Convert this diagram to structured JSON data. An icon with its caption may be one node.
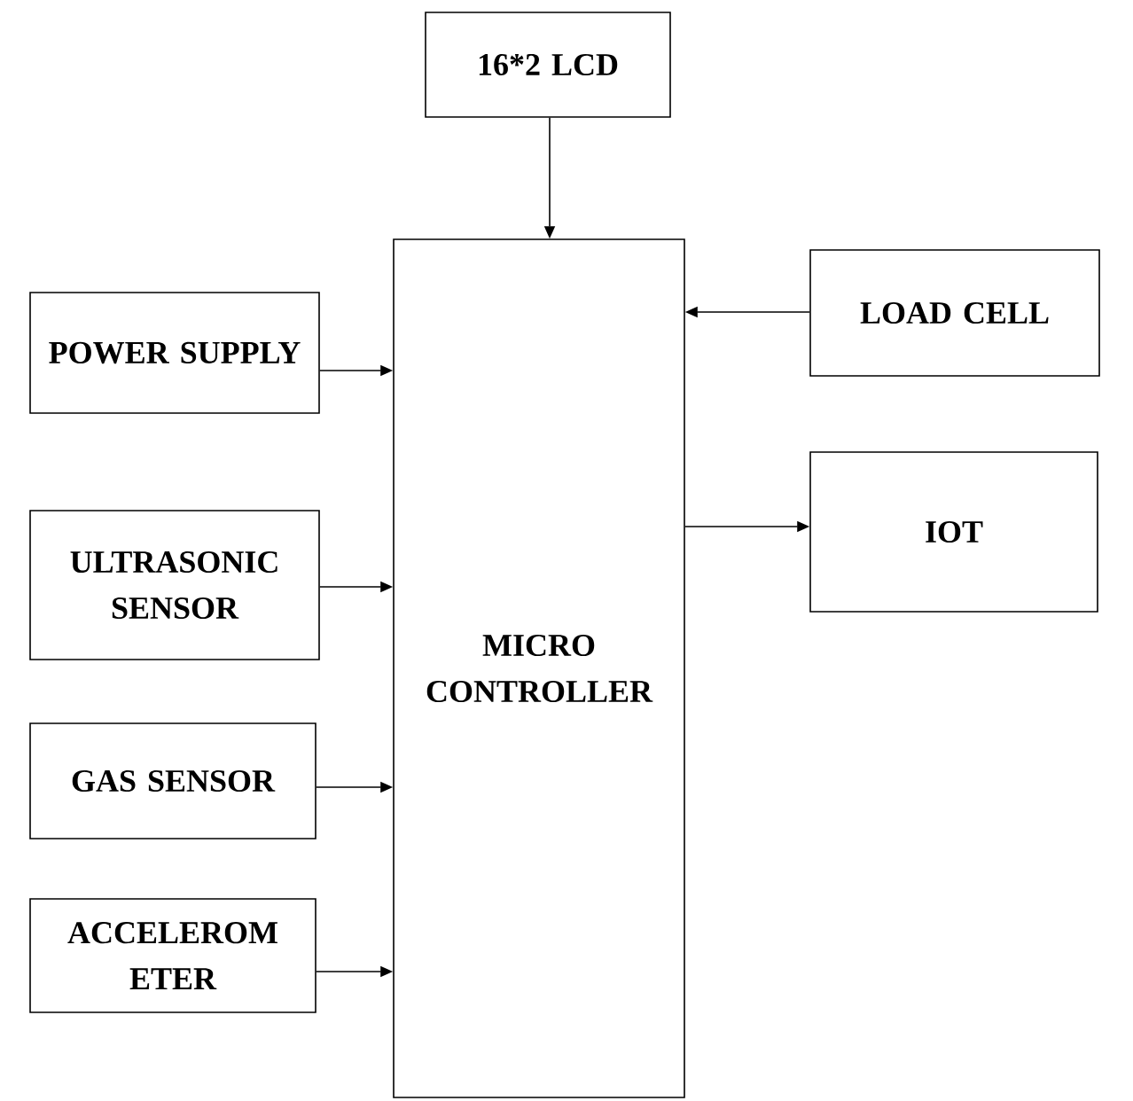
{
  "diagram": {
    "nodes": [
      {
        "text": [
          "16*2 LCD"
        ]
      },
      {
        "text": [
          "POWER SUPPLY"
        ]
      },
      {
        "text": [
          "ULTRASONIC SENSOR"
        ]
      },
      {
        "text": [
          "GAS SENSOR"
        ]
      },
      {
        "text": [
          "ACCELEROM ETER"
        ]
      },
      {
        "text": [
          "MICRO CONTROLLER"
        ]
      },
      {
        "text": [
          "LOAD CELL"
        ]
      },
      {
        "text": [
          "IOT"
        ]
      }
    ],
    "edges": [
      {
        "from": 0,
        "to": 5,
        "arrow": "to"
      },
      {
        "from": 1,
        "to": 5,
        "arrow": "to"
      },
      {
        "from": 2,
        "to": 5,
        "arrow": "to"
      },
      {
        "from": 3,
        "to": 5,
        "arrow": "to"
      },
      {
        "from": 4,
        "to": 5,
        "arrow": "to"
      },
      {
        "from": 6,
        "to": 5,
        "arrow": "to"
      },
      {
        "from": 5,
        "to": 7,
        "arrow": "to"
      }
    ]
  }
}
